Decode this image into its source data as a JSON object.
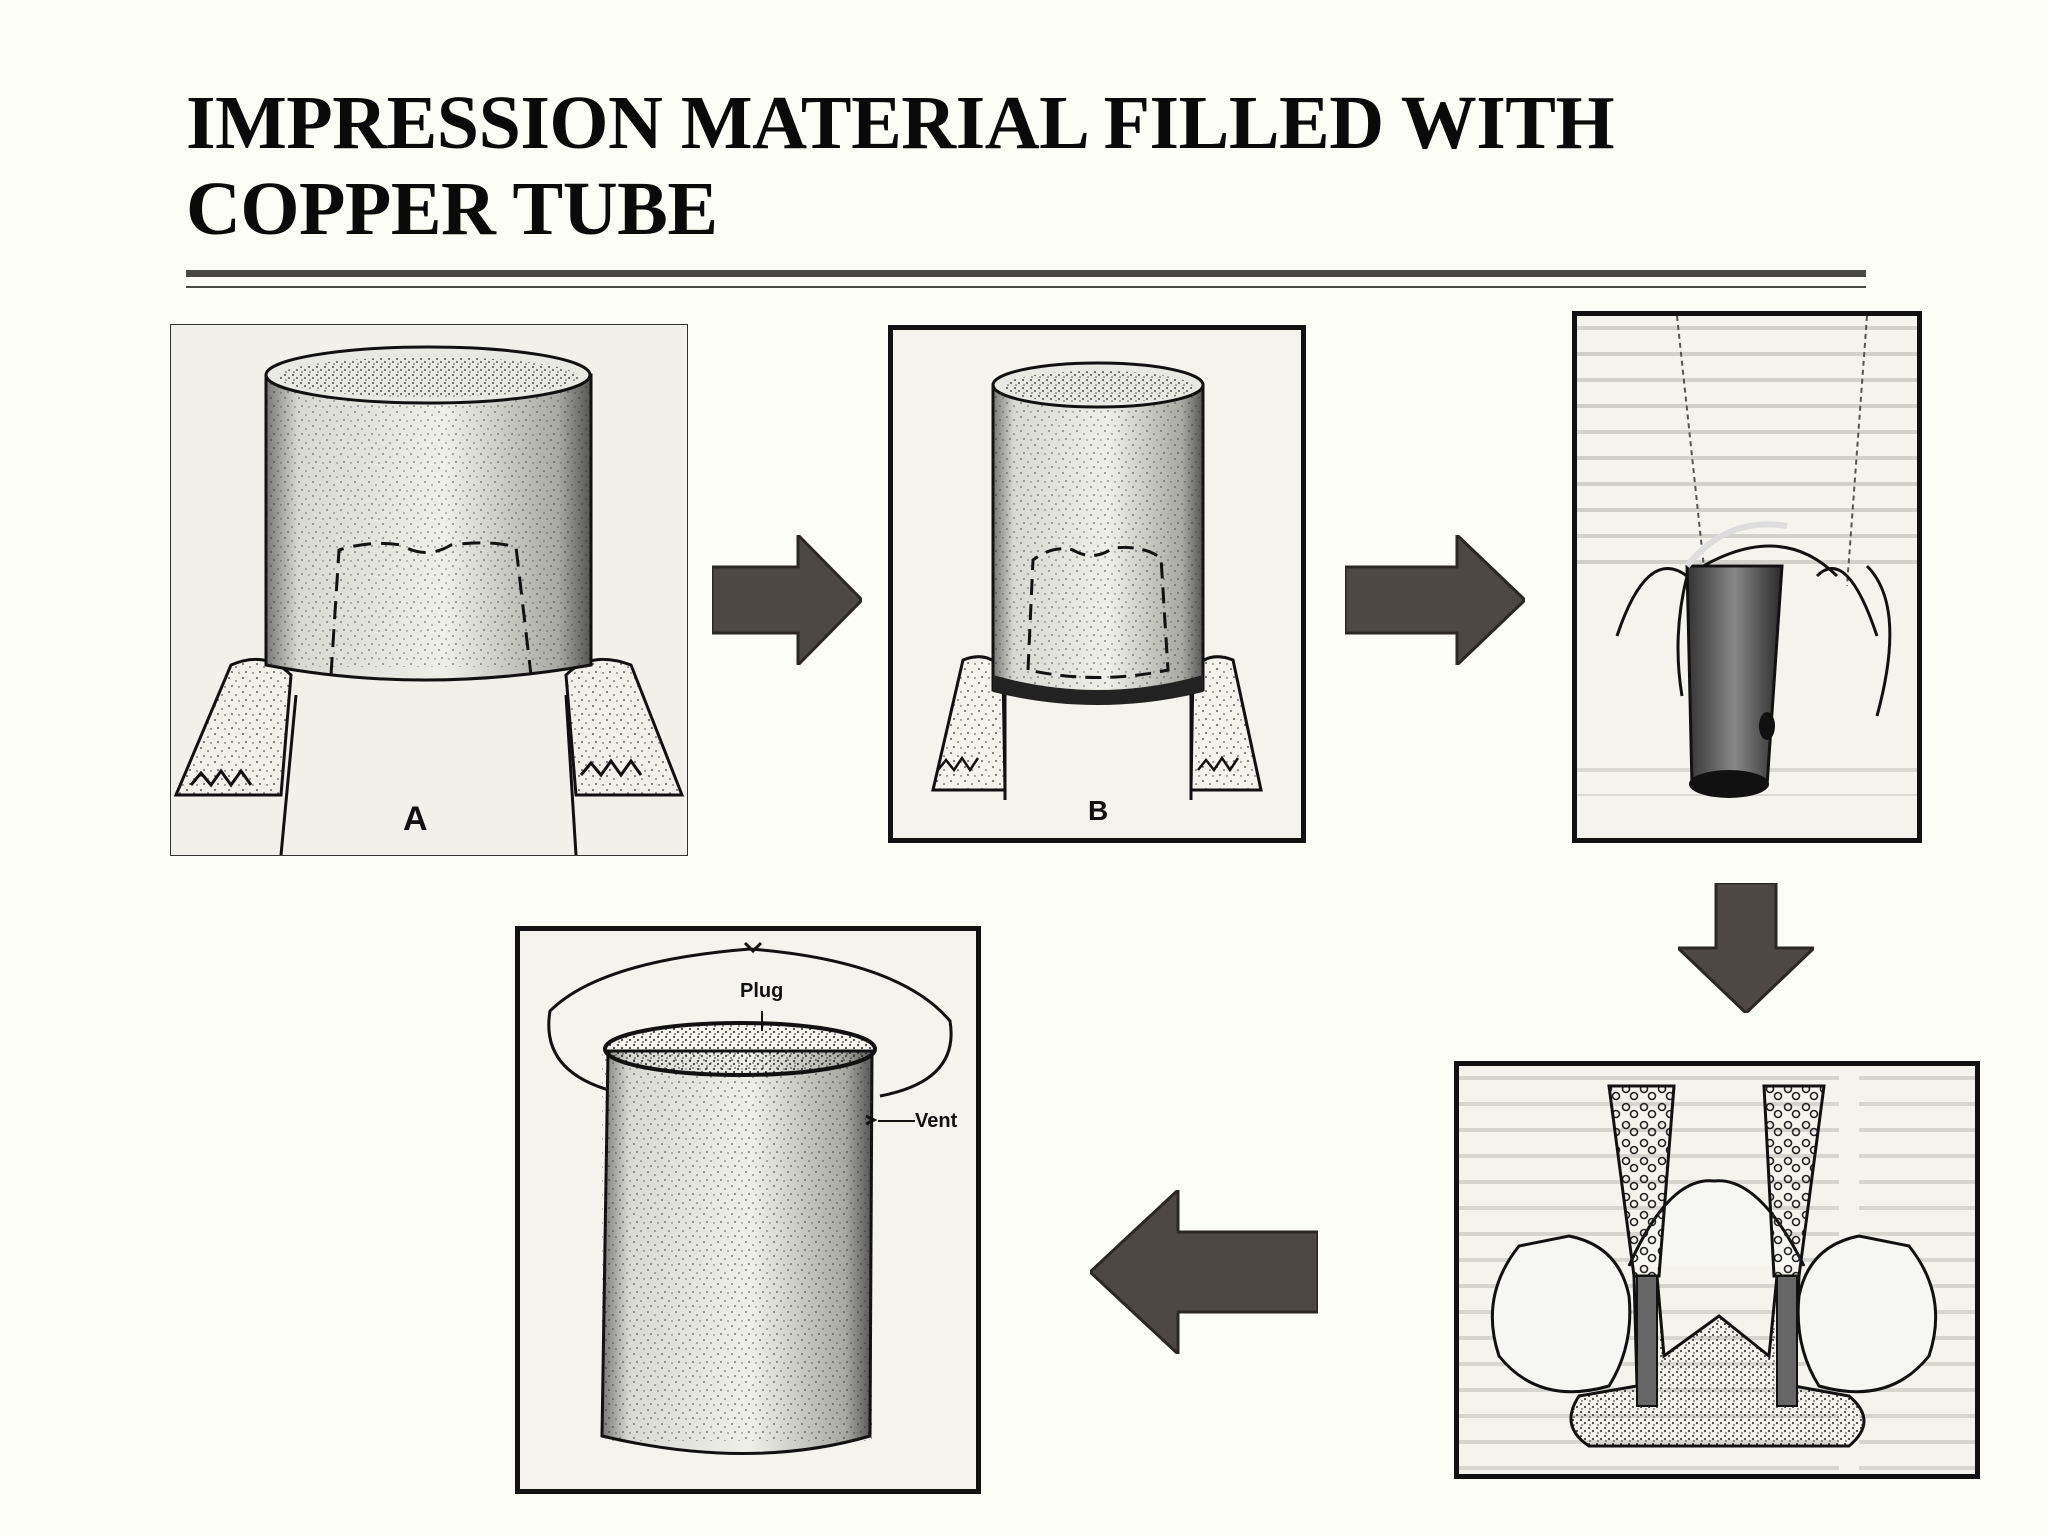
{
  "slide": {
    "title_line1": "IMPRESSION MATERIAL FILLED WITH",
    "title_line2": "COPPER TUBE"
  },
  "panels": {
    "a": {
      "label": "A"
    },
    "b": {
      "label": "B"
    },
    "e": {
      "plug_label": "Plug",
      "vent_label": "Vent"
    }
  },
  "colors": {
    "arrow_fill": "#4d4843",
    "arrow_outline": "#2a2724",
    "rule": "#4a4843",
    "background": "#fdfdf7"
  },
  "icons": {
    "arrows": [
      "arrow-right-icon",
      "arrow-right-icon",
      "arrow-down-icon",
      "arrow-left-icon"
    ]
  }
}
